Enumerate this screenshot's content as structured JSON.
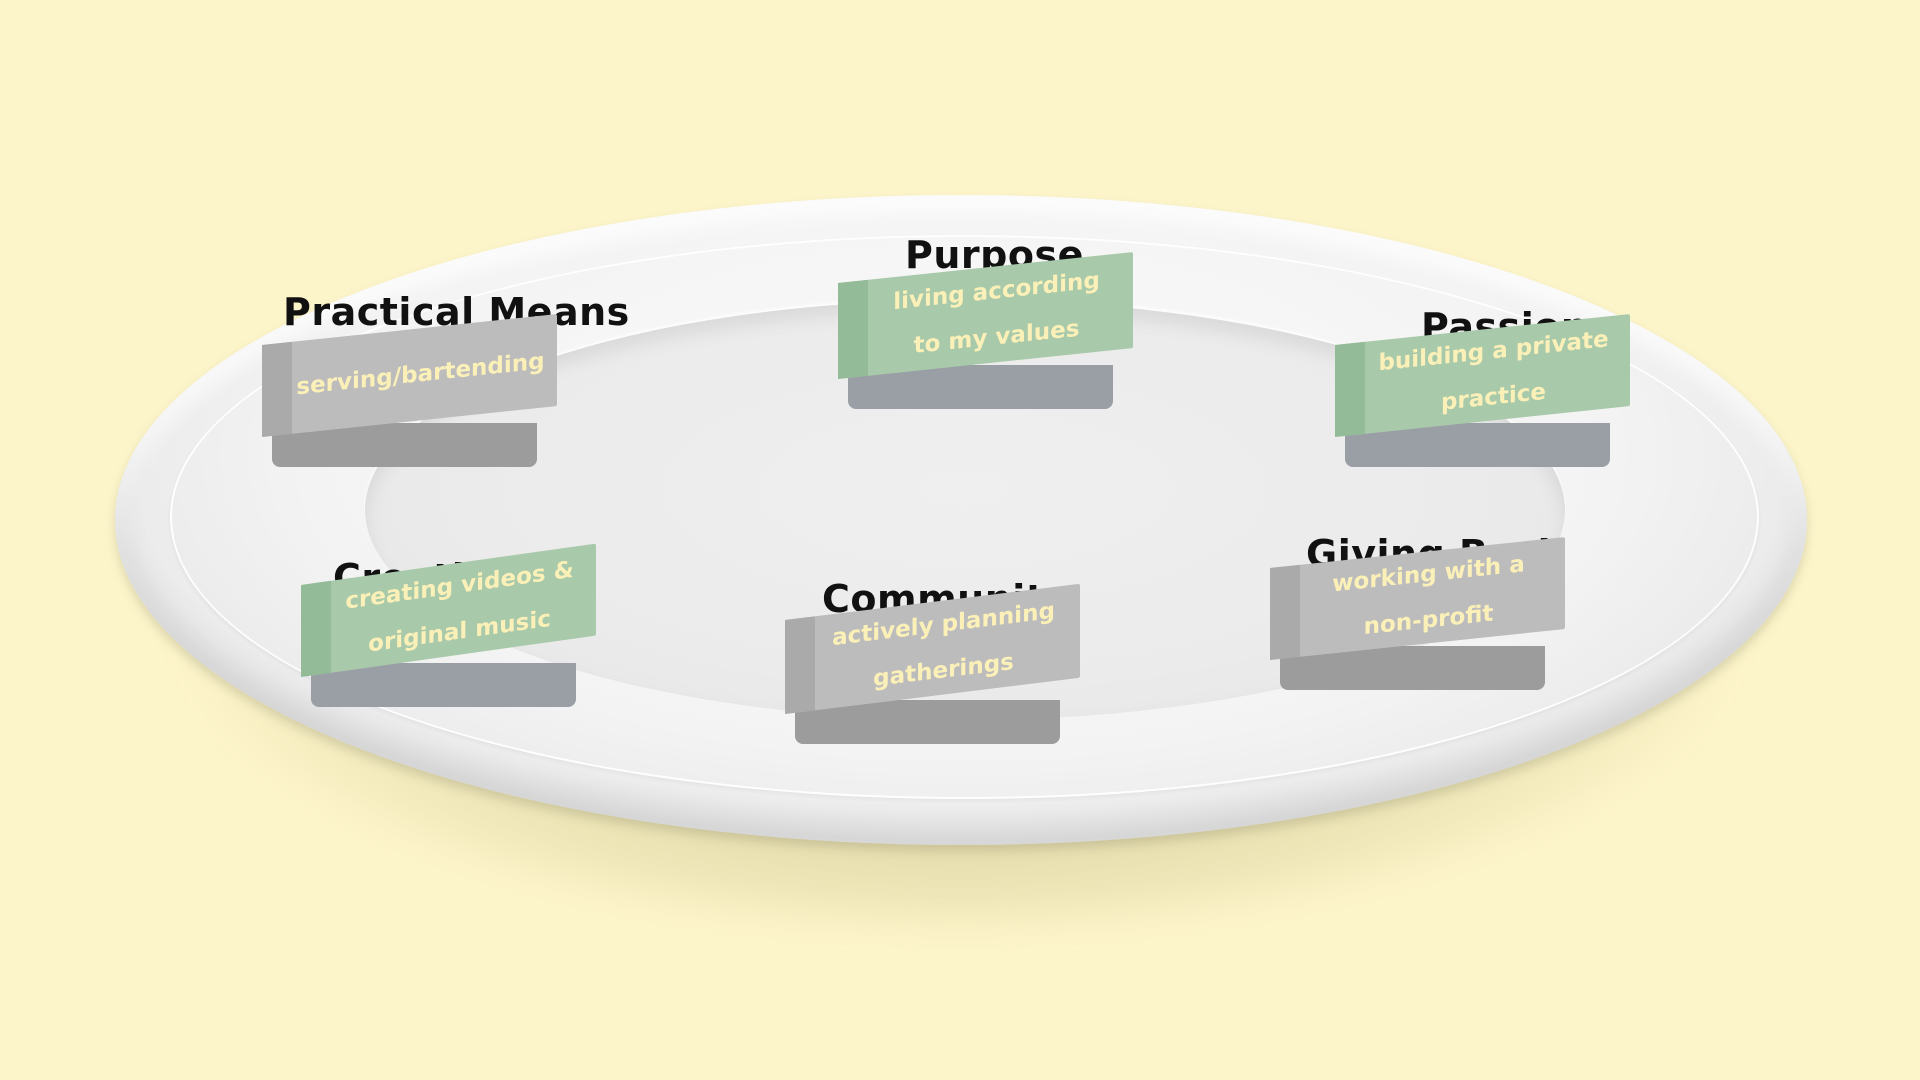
{
  "plate": {
    "colors": {
      "background": "#fdf5ca",
      "plate": "#f3f3f3",
      "note_gray": "#bcbcbc",
      "note_green": "#a8c9aa",
      "note_text": "#fbf0b8",
      "heading_text": "#111111"
    }
  },
  "categories": [
    {
      "title": "Practical Means",
      "text": "serving/bartending",
      "color": "gray"
    },
    {
      "title": "Purpose",
      "text": "living according to my values",
      "color": "green"
    },
    {
      "title": "Passion",
      "text": "building a private practice",
      "color": "green"
    },
    {
      "title": "Creativity",
      "text": "creating videos & original music",
      "color": "green"
    },
    {
      "title": "Community",
      "text": "actively planning gatherings",
      "color": "gray"
    },
    {
      "title": "Giving Back",
      "text": "working with a non-profit",
      "color": "gray"
    }
  ]
}
